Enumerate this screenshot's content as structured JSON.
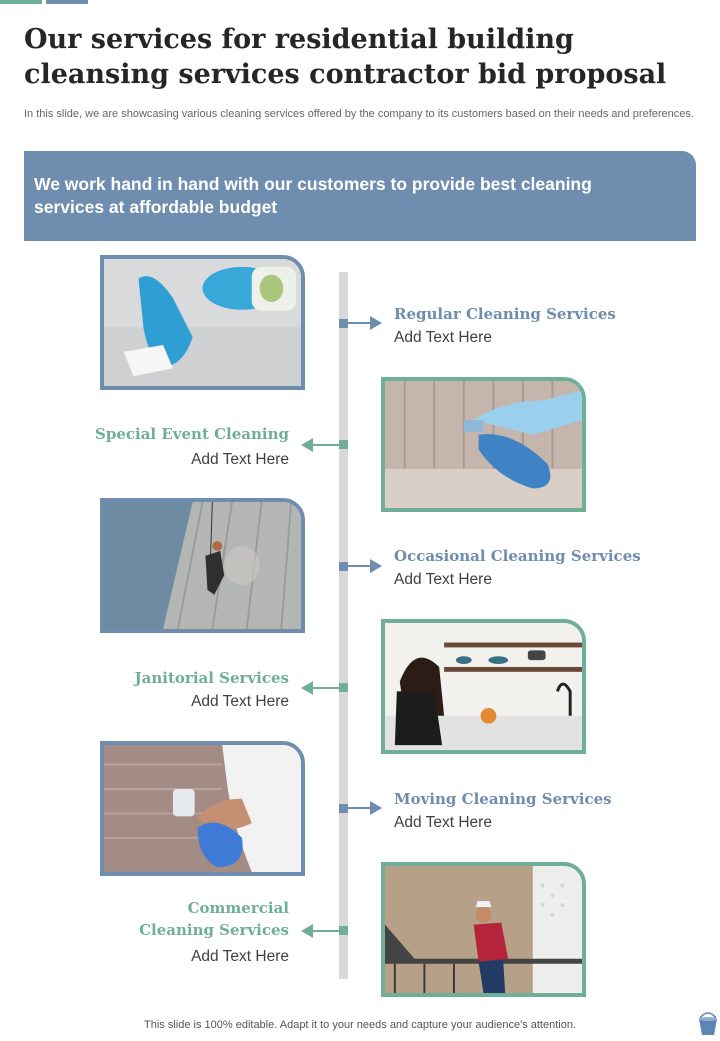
{
  "slide": {
    "title": "Our services for residential building cleansing services contractor bid proposal",
    "subtitle": "In this slide, we are showcasing various cleaning services offered by the company to its customers based on their needs and preferences.",
    "banner": "We work hand in hand with our customers to provide best cleaning services at affordable budget",
    "footer": "This slide is 100% editable. Adapt it to your needs and capture your audience's attention."
  },
  "colors": {
    "blue": "#6e8daf",
    "green": "#6fae97"
  },
  "services": [
    {
      "title": "Regular Cleaning Services",
      "text": "Add Text Here",
      "image": "gloved hand wiping table with spray bottle"
    },
    {
      "title": "Special Event Cleaning",
      "text": "Add Text Here",
      "image": "gloved hand spraying wooden floor"
    },
    {
      "title": "Occasional Cleaning Services",
      "text": "Add Text Here",
      "image": "rope access worker cleaning building facade"
    },
    {
      "title": "Janitorial Services",
      "text": "Add Text Here",
      "image": "woman cleaning kitchen counter"
    },
    {
      "title": "Moving Cleaning Services",
      "text": "Add Text Here",
      "image": "hand holding blue spray bottle"
    },
    {
      "title": "Commercial Cleaning Services",
      "text": "Add Text Here",
      "image": "cleaner wiping staircase railing"
    }
  ],
  "icons": {
    "footer": "bucket-icon"
  }
}
